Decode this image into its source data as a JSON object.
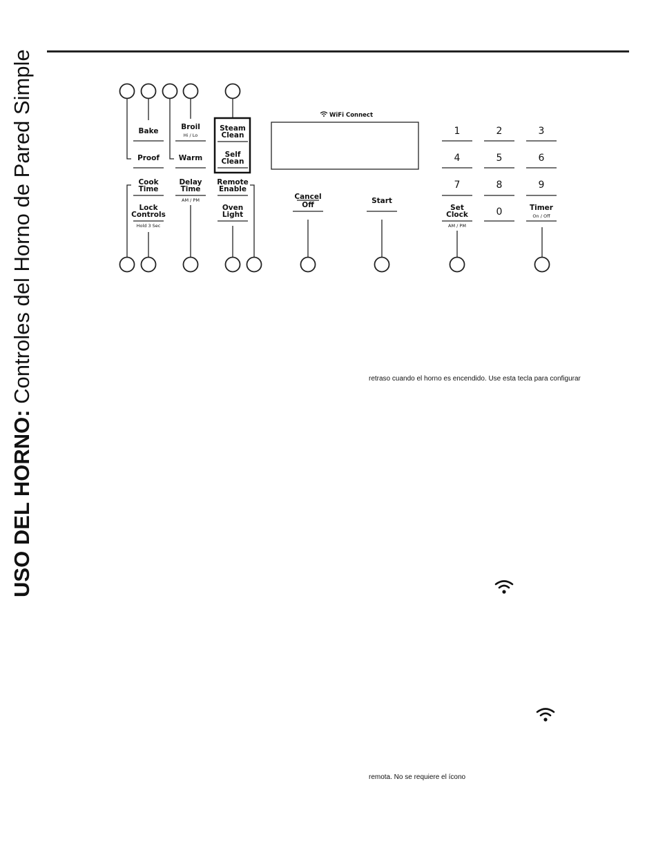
{
  "header": {
    "bold": "USO DEL HORNO:",
    "title": " Controles del Horno de Pared Simple"
  },
  "panel": {
    "wifi_connect": "WiFi Connect",
    "keys": {
      "bake": "Bake",
      "proof": "Proof",
      "broil": "Broil",
      "broil_sub": "Hi / Lo",
      "warm": "Warm",
      "steam_clean_1": "Steam",
      "steam_clean_2": "Clean",
      "self_clean_1": "Self",
      "self_clean_2": "Clean",
      "cook_time_1": "Cook",
      "cook_time_2": "Time",
      "lock_controls_1": "Lock",
      "lock_controls_2": "Controls",
      "lock_controls_sub": "Hold 3 Sec",
      "delay_time_1": "Delay",
      "delay_time_2": "Time",
      "delay_time_sub": "AM / PM",
      "remote_enable_1": "Remote",
      "remote_enable_2": "Enable",
      "oven_light_1": "Oven",
      "oven_light_2": "Light",
      "cancel_off_1": "Cancel",
      "cancel_off_2": "Off",
      "start": "Start",
      "set_clock_1": "Set",
      "set_clock_2": "Clock",
      "set_clock_sub": "AM / PM",
      "timer": "Timer",
      "timer_sub": "On / Off"
    },
    "keypad": [
      "1",
      "2",
      "3",
      "4",
      "5",
      "6",
      "7",
      "8",
      "9",
      "0"
    ]
  },
  "text": {
    "line1": "retraso cuando el horno es encendido. Use esta tecla para configurar",
    "line2": "remota. No se requiere el ícono"
  },
  "icons": [
    "wifi-icon",
    "wifi-icon"
  ]
}
